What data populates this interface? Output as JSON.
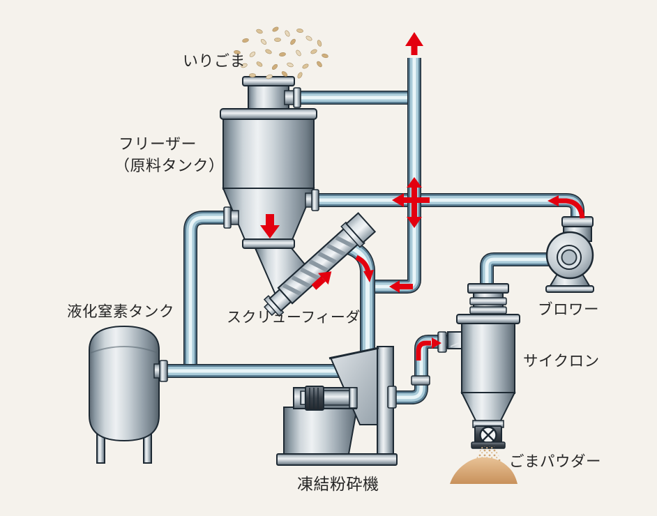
{
  "labels": {
    "sesame_input": "いりごま",
    "freezer_line1": "フリーザー",
    "freezer_line2": "（原料タンク）",
    "nitrogen_tank": "液化窒素タンク",
    "screw_feeder": "スクリューフィーダ",
    "grinder": "凍結粉砕機",
    "blower": "ブロワー",
    "cyclone": "サイクロン",
    "sesame_powder": "ごまパウダー"
  },
  "colors": {
    "background": "#f5f2ec",
    "pipe_dark": "#5b7f94",
    "pipe_mid": "#a9cbd9",
    "pipe_highlight": "#e9f5f8",
    "metal_light": "#eef1f3",
    "metal_dark": "#5d6a74",
    "outline": "#1d2933",
    "arrow_red": "#e3000f",
    "sesame_seed": "#d8bd93",
    "sesame_powder": "#cf9a62",
    "label_text": "#262626"
  }
}
